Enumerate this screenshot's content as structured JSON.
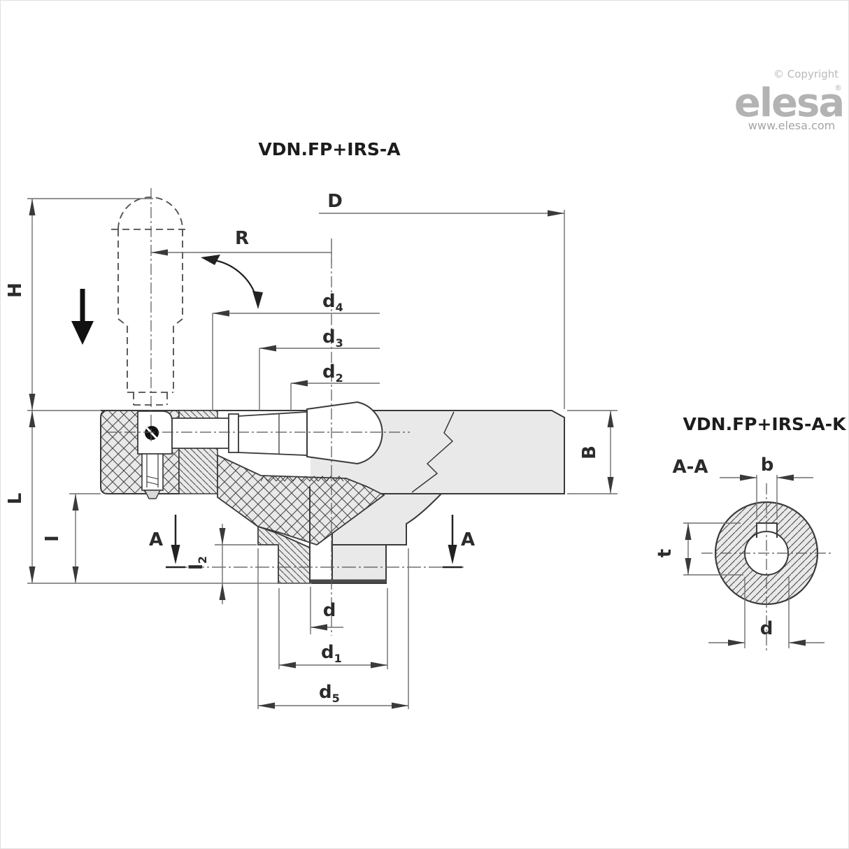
{
  "branding": {
    "copyright": "© Copyright",
    "logo_text": "elesa",
    "logo_reg": "®",
    "website": "www.elesa.com",
    "logo_color": "#b3b3b3"
  },
  "main_view": {
    "title": "VDN.FP+IRS-A",
    "labels": {
      "H": "H",
      "L": "L",
      "I": "I",
      "R": "R",
      "D": "D",
      "B": "B",
      "A_left": "A",
      "A_right": "A",
      "d4_base": "d",
      "d4_sub": "4",
      "d3_base": "d",
      "d3_sub": "3",
      "d2_base": "d",
      "d2_sub": "2",
      "d": "d",
      "d1_base": "d",
      "d1_sub": "1",
      "d5_base": "d",
      "d5_sub": "5",
      "l2_base": "l",
      "l2_sub": "2"
    }
  },
  "section_view": {
    "title": "VDN.FP+IRS-A-K",
    "cut_label": "A-A",
    "labels": {
      "b": "b",
      "t": "t",
      "d": "d"
    }
  },
  "colors": {
    "object_line": "#3a3a3a",
    "dimension_line": "#6f6f6f",
    "fill_light": "#e9e9e9",
    "hatch_line": "#4a4a4a",
    "background": "#ffffff"
  }
}
